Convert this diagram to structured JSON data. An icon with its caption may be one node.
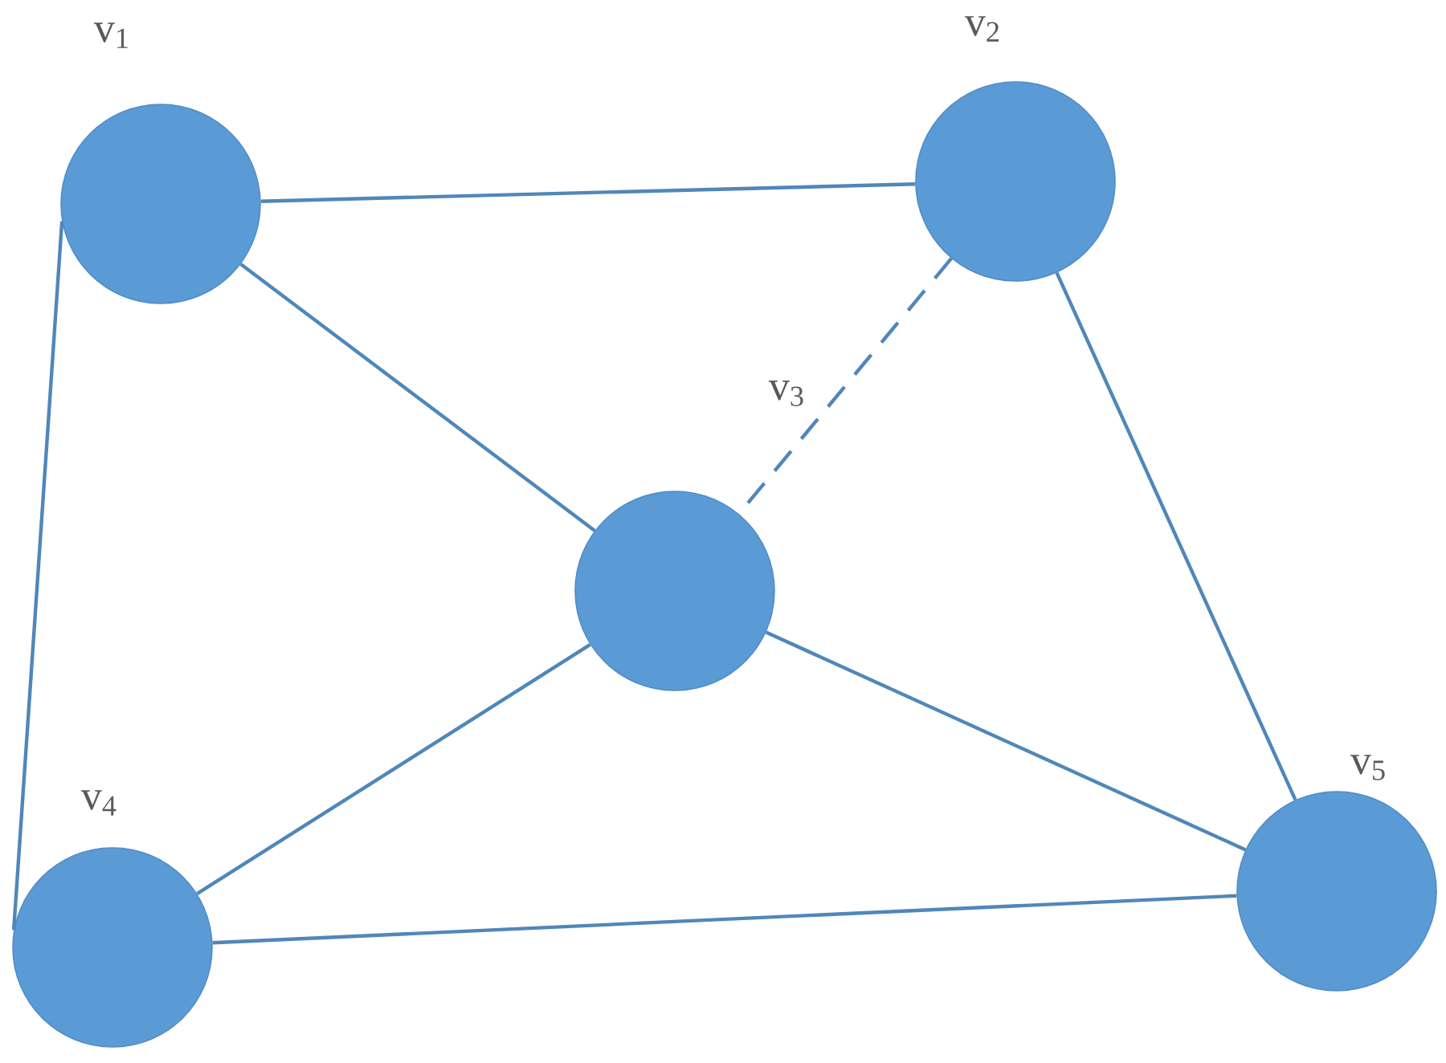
{
  "diagram": {
    "nodes": [
      {
        "text": [
          "v$_{1}$"
        ]
      },
      {
        "text": [
          "v$_{2}$"
        ]
      },
      {
        "text": [
          "v$_{3}$"
        ]
      },
      {
        "text": [
          "v$_{4}$"
        ]
      },
      {
        "text": [
          "v$_{5}$"
        ]
      }
    ],
    "edges": [
      {
        "from": 0,
        "to": 1,
        "arrow": "none"
      },
      {
        "from": 0,
        "to": 2,
        "arrow": "none"
      },
      {
        "from": 0,
        "to": 3,
        "arrow": "none"
      },
      {
        "from": 1,
        "to": 2,
        "arrow": "none",
        "style": "dashed"
      },
      {
        "from": 1,
        "to": 4,
        "arrow": "none"
      },
      {
        "from": 2,
        "to": 3,
        "arrow": "none"
      },
      {
        "from": 2,
        "to": 4,
        "arrow": "none"
      },
      {
        "from": 3,
        "to": 4,
        "arrow": "none"
      }
    ]
  }
}
